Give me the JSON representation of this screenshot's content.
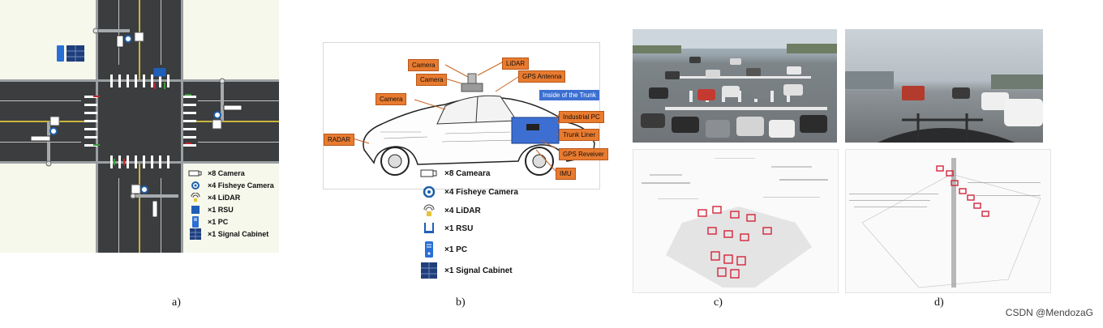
{
  "captions": {
    "a": "a)",
    "b": "b)",
    "c": "c)",
    "d": "d)"
  },
  "panel_a_legend": [
    {
      "icon": "camera-icon",
      "label": "×8 Camera"
    },
    {
      "icon": "fisheye-camera-icon",
      "label": "×4 Fisheye Camera"
    },
    {
      "icon": "lidar-icon",
      "label": "×4 LiDAR"
    },
    {
      "icon": "rsu-icon",
      "label": "×1 RSU"
    },
    {
      "icon": "pc-icon",
      "label": "×1 PC"
    },
    {
      "icon": "signal-cabinet-icon",
      "label": "×1 Signal Cabinet"
    }
  ],
  "panel_b_labels": {
    "camera_top": "Camera",
    "camera_mid": "Camera",
    "camera_front": "Camera",
    "lidar": "LiDAR",
    "gps_antenna": "GPS Antenna",
    "inside_trunk": "Inside of the Trunk",
    "industrial_pc": "Industrial PC",
    "trunk_liner": "Trunk Liner",
    "gps_receiver": "GPS Reveiver",
    "imu": "IMU",
    "radar": "RADAR"
  },
  "panel_b_legend": [
    {
      "icon": "camera-icon",
      "label": "×8 Cameara"
    },
    {
      "icon": "fisheye-camera-icon",
      "label": "×4 Fisheye Camera"
    },
    {
      "icon": "lidar-icon",
      "label": "×4 LiDAR"
    },
    {
      "icon": "rsu-icon",
      "label": "×1 RSU"
    },
    {
      "icon": "pc-icon",
      "label": "×1 PC"
    },
    {
      "icon": "signal-cabinet-icon",
      "label": "×1 Signal Cabinet"
    }
  ],
  "watermark": "CSDN @MendozaG",
  "colors": {
    "road": "#3b3d3f",
    "label_orange": "#e97b2f",
    "label_blue": "#3c6fd1",
    "icon_blue": "#2a6fd6",
    "lidar_box_red": "#d4243a"
  }
}
